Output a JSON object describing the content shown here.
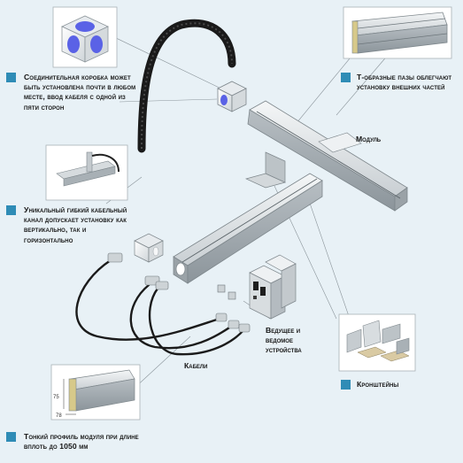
{
  "callouts": {
    "junction_box": "Соединительная коробка может быть установлена почти в любом месте, ввод кабеля с одной из пяти сторон",
    "t_slots": "Т-образные пазы облегчают установку внешних частей",
    "cable_channel": "Уникальный гибкий кабельный канал допускает установку как вертикально, так и горизонтально",
    "brackets": "Кронштейны",
    "thin_profile": "Тонкий профиль модуля при длине вплоть до 1050 мм"
  },
  "labels": {
    "module": "Модуль",
    "drives": "Ведущее и ведомое устройства",
    "cables": "Кабели"
  },
  "dimensions": {
    "height": "75",
    "width": "78"
  },
  "colors": {
    "background": "#e8f1f6",
    "accent_square": "#2f8cb6",
    "cube_face": "#5a62e6"
  }
}
